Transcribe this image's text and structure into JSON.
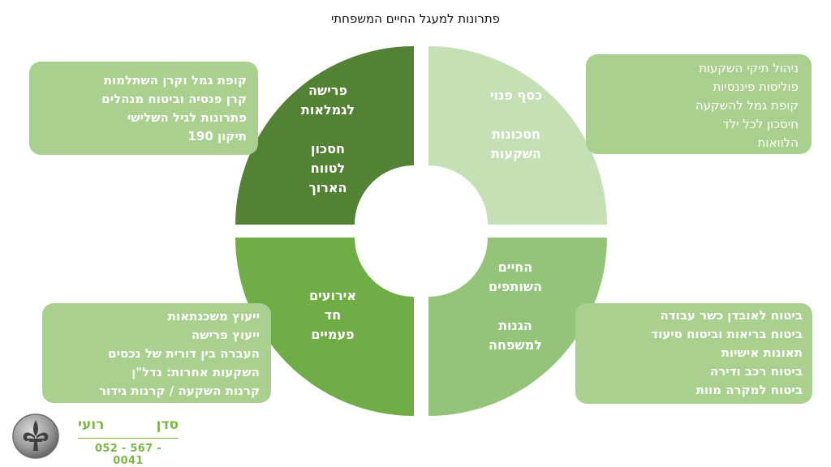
{
  "title": "פתרונות למעגל החיים המשפחתי",
  "quadrants": {
    "top_left": {
      "color": "#548235",
      "lines": [
        "פרישה",
        "לגמלאות",
        "",
        "חסכון",
        "לטווח",
        "הארוך"
      ]
    },
    "top_right": {
      "color": "#c5e0b4",
      "lines": [
        "כסף פנוי",
        "",
        "חסכונות",
        "השקעות"
      ]
    },
    "bottom_left": {
      "color": "#70ad47",
      "lines": [
        "אירועים",
        "חד",
        "פעמיים"
      ]
    },
    "bottom_right": {
      "color": "#94c47a",
      "lines": [
        "החיים",
        "השותפים",
        "",
        "הגנות",
        "למשפחה"
      ]
    }
  },
  "boxes": {
    "top_left": [
      "קופת גמל וקרן השתלמות",
      "קרן פנסיה וביטוח מנהלים",
      "פתרונות לגיל השלישי",
      "תיקון 190"
    ],
    "top_right": [
      "ניהול תיקי השקעות",
      "פוליסות פיננסיות",
      "קופת גמל להשקעה",
      "חיסכון לכל ילד",
      "הלוואות"
    ],
    "bottom_left": [
      "ייעוץ משכנתאות",
      "ייעוץ פרישה",
      "העברה בין דורית של נכסים",
      "השקעות אחרות: נדל\"ן",
      "קרנות השקעה / קרנות גידור"
    ],
    "bottom_right": [
      "ביטוח לאובדן כשר עבודה",
      "ביטוח בריאות וביטוח סיעוד",
      "תאונות אישיות",
      "ביטוח רכב ודירה",
      "ביטוח למקרה מוות"
    ]
  },
  "logo": {
    "first_name": "רועי",
    "last_name": "סדן",
    "phone": "052 - 567 - 0041",
    "icon": "fleur-de-lis-coin-icon"
  },
  "colors": {
    "box_fill": "#a9d08e",
    "logo_green": "#7ab648"
  }
}
